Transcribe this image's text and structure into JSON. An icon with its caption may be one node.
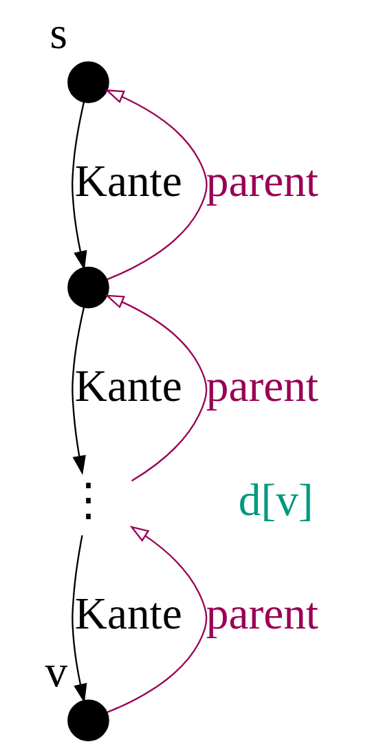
{
  "diagram": {
    "nodes": [
      {
        "text": [],
        "shape": "circle",
        "beside": [
          "s"
        ]
      },
      {
        "text": [],
        "shape": "circle"
      },
      {
        "text": [
          "⋮"
        ]
      },
      {
        "text": [],
        "shape": "circle",
        "beside": [
          "v"
        ]
      }
    ],
    "edges": [
      {
        "from": 0,
        "to": 1,
        "arrow": "to",
        "label": "Kante"
      },
      {
        "from": 1,
        "to": 2,
        "arrow": "to",
        "label": "Kante"
      },
      {
        "from": 2,
        "to": 3,
        "arrow": "to",
        "label": "Kante"
      },
      {
        "from": 1,
        "to": 0,
        "arrow": "to",
        "label": "parent",
        "color": "#990055"
      },
      {
        "from": 2,
        "to": 1,
        "arrow": "to",
        "label": "parent",
        "color": "#990055"
      },
      {
        "from": 3,
        "to": 2,
        "arrow": "to",
        "label": "parent",
        "color": "#990055"
      }
    ],
    "labels": [
      "d[v]"
    ]
  }
}
